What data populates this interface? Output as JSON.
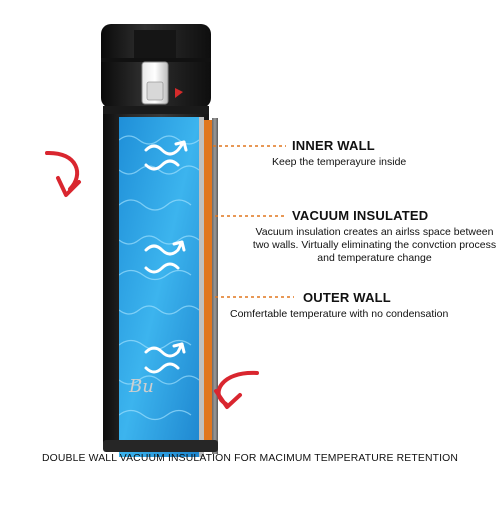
{
  "brand_text": "Bu",
  "callouts": {
    "inner": {
      "title": "INNER WALL",
      "desc": "Keep the temperayure inside"
    },
    "vacuum": {
      "title": "VACUUM INSULATED",
      "desc": "Vacuum insulation creates an airlss space between two walls. Virtually eliminating the convction process and temperature change"
    },
    "outer": {
      "title": "OUTER WALL",
      "desc": "Comfertable temperature with no condensation"
    }
  },
  "caption": "DOUBLE WALL VACUUM INSULATION FOR MACIMUM TEMPERATURE RETENTION",
  "colors": {
    "accent_orange": "#e0761e",
    "arrow_red": "#d9262f",
    "water_blue": "#2fa6e8",
    "flask_black": "#1c1c1c"
  }
}
